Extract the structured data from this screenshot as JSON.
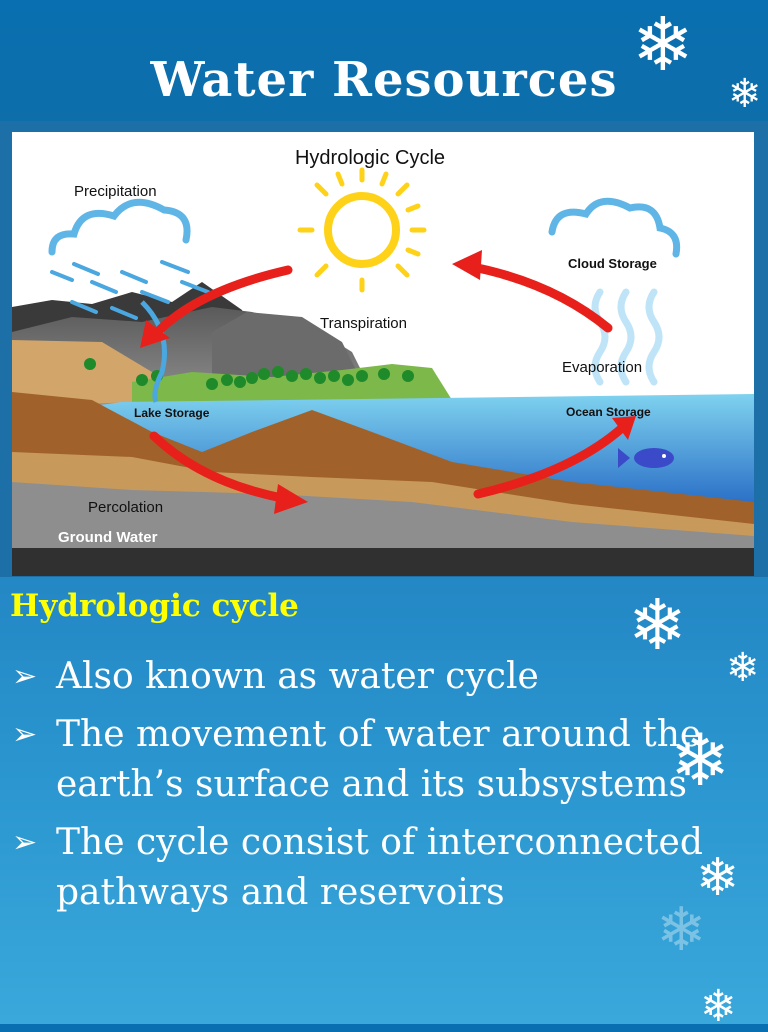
{
  "slide": {
    "title": "Water Resources",
    "heading": "Hydrologic cycle",
    "bullets": [
      "Also known as water cycle",
      "The movement of water around the earth’s surface and its subsystems",
      "The cycle consist of interconnected pathways and reservoirs"
    ]
  },
  "diagram": {
    "title": "Hydrologic Cycle",
    "labels": {
      "precipitation": "Precipitation",
      "cloud_storage": "Cloud Storage",
      "transpiration": "Transpiration",
      "evaporation": "Evaporation",
      "lake_storage": "Lake Storage",
      "ocean_storage": "Ocean Storage",
      "percolation": "Percolation",
      "ground_water": "Ground Water"
    }
  },
  "colors": {
    "background": "#1f7fbe",
    "heading": "#ffff00",
    "text": "#ffffff",
    "arrow": "#e8201c",
    "sun": "#ffd21a"
  },
  "icons": [
    "snowflake-icon",
    "bullet-arrow-icon",
    "sun-icon",
    "cloud-icon",
    "fish-icon"
  ]
}
